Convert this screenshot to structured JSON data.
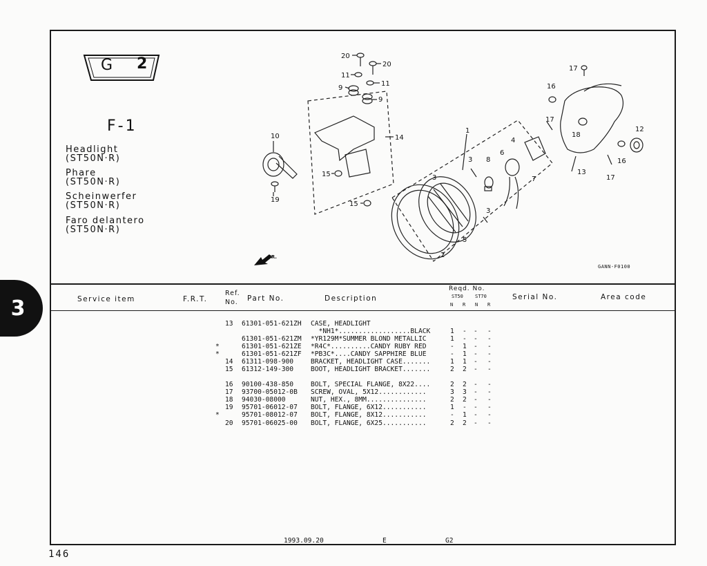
{
  "section": {
    "number": "3"
  },
  "group": {
    "letter": "G",
    "number": "2"
  },
  "figure": {
    "code": "F-1"
  },
  "titles": [
    {
      "name": "Headlight",
      "model": "(ST50N·R)"
    },
    {
      "name": "Phare",
      "model": "(ST50N·R)"
    },
    {
      "name": "Scheinwerfer",
      "model": "(ST50N·R)"
    },
    {
      "name": "Faro delantero",
      "model": "(ST50N·R)"
    }
  ],
  "diagram": {
    "reference_code": "GANN-F0100",
    "direction_label": "FR.",
    "callouts": [
      "20",
      "20",
      "11",
      "11",
      "9",
      "9",
      "14",
      "15",
      "15",
      "10",
      "19",
      "1",
      "3",
      "8",
      "6",
      "4",
      "7",
      "3",
      "2",
      "5",
      "3",
      "17",
      "16",
      "17",
      "18",
      "12",
      "16",
      "13",
      "17"
    ]
  },
  "table": {
    "headers": {
      "service_item": "Service  item",
      "frt": "F.R.T.",
      "ref_no_1": "Ref.",
      "ref_no_2": "No.",
      "part_no": "Part No.",
      "description": "Description",
      "reqd_no": "Reqd. No.",
      "sub_st50": "ST50",
      "sub_st70": "ST70",
      "sub_n1": "N",
      "sub_r1": "R",
      "sub_n2": "N",
      "sub_r2": "R",
      "serial_no": "Serial No.",
      "area_code": "Area  code"
    },
    "rows": [
      {
        "mark": "",
        "ref": "13",
        "part": "61301-051-621ZH",
        "desc": "CASE, HEADLIGHT",
        "q": [
          "",
          "",
          "",
          ""
        ]
      },
      {
        "mark": "",
        "ref": "",
        "part": "",
        "desc": "  *NH1*..................BLACK",
        "q": [
          "1",
          "-",
          "-",
          "-"
        ]
      },
      {
        "mark": "",
        "ref": "",
        "part": "61301-051-621ZM",
        "desc": "*YR129M*SUMMER BLOND METALLIC",
        "q": [
          "1",
          "-",
          "-",
          "-"
        ]
      },
      {
        "mark": "*",
        "ref": "",
        "part": "61301-051-621ZE",
        "desc": "*R4C*..........CANDY RUBY RED",
        "q": [
          "-",
          "1",
          "-",
          "-"
        ]
      },
      {
        "mark": "*",
        "ref": "",
        "part": "61301-051-621ZF",
        "desc": "*PB3C*....CANDY SAPPHIRE BLUE",
        "q": [
          "-",
          "1",
          "-",
          "-"
        ]
      },
      {
        "mark": "",
        "ref": "14",
        "part": "61311-098-900",
        "desc": "BRACKET, HEADLIGHT CASE.......",
        "q": [
          "1",
          "1",
          "-",
          "-"
        ]
      },
      {
        "mark": "",
        "ref": "15",
        "part": "61312-149-300",
        "desc": "BOOT, HEADLIGHT BRACKET.......",
        "q": [
          "2",
          "2",
          "-",
          "-"
        ]
      },
      {
        "mark": "",
        "ref": "16",
        "part": "90100-438-850",
        "desc": "BOLT, SPECIAL FLANGE, 8X22....",
        "q": [
          "2",
          "2",
          "-",
          "-"
        ]
      },
      {
        "mark": "",
        "ref": "17",
        "part": "93700-05012-0B",
        "desc": "SCREW, OVAL, 5X12............",
        "q": [
          "3",
          "3",
          "-",
          "-"
        ]
      },
      {
        "mark": "",
        "ref": "18",
        "part": "94030-08000",
        "desc": "NUT, HEX., 8MM...............",
        "q": [
          "2",
          "2",
          "-",
          "-"
        ]
      },
      {
        "mark": "",
        "ref": "19",
        "part": "95701-06012-07",
        "desc": "BOLT, FLANGE, 6X12...........",
        "q": [
          "1",
          "-",
          "-",
          "-"
        ]
      },
      {
        "mark": "*",
        "ref": "",
        "part": "95701-08012-07",
        "desc": "BOLT, FLANGE, 8X12...........",
        "q": [
          "-",
          "1",
          "-",
          "-"
        ]
      },
      {
        "mark": "",
        "ref": "20",
        "part": "95701-06025-00",
        "desc": "BOLT, FLANGE, 6X25...........",
        "q": [
          "2",
          "2",
          "-",
          "-"
        ]
      }
    ]
  },
  "footer": {
    "date": "1993.09.20",
    "edition": "E",
    "group": "G2"
  },
  "page_number": "146"
}
